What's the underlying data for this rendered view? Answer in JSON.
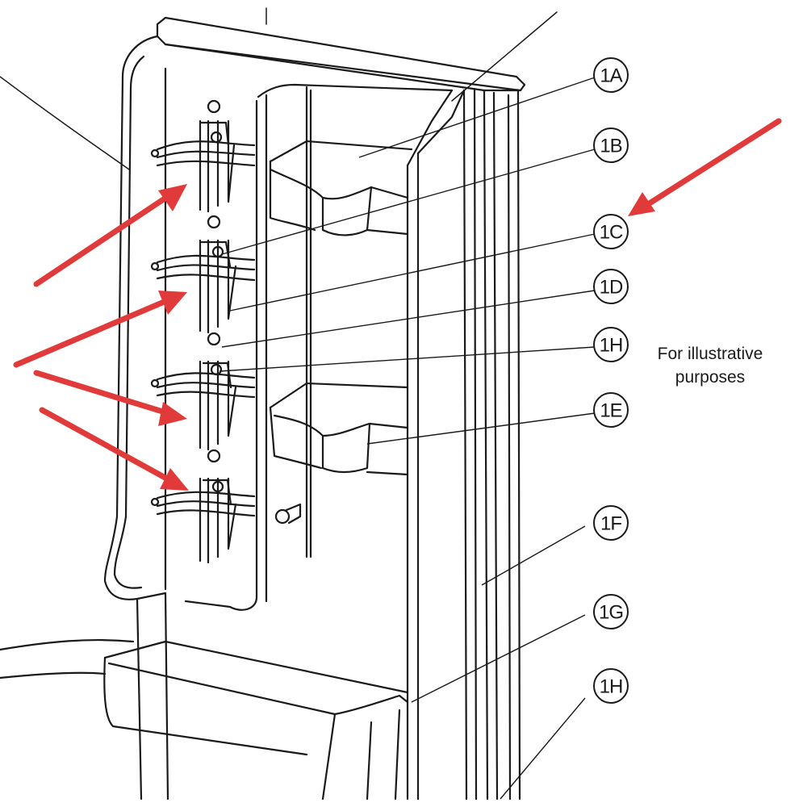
{
  "callouts": [
    {
      "id": "1A",
      "label": "1A"
    },
    {
      "id": "1B",
      "label": "1B"
    },
    {
      "id": "1C",
      "label": "1C"
    },
    {
      "id": "1D",
      "label": "1D"
    },
    {
      "id": "1H-upper",
      "label": "1H"
    },
    {
      "id": "1E",
      "label": "1E"
    },
    {
      "id": "1F",
      "label": "1F"
    },
    {
      "id": "1G",
      "label": "1G"
    },
    {
      "id": "1H-lower",
      "label": "1H"
    }
  ],
  "note": {
    "line1": "For illustrative",
    "line2": "purposes"
  },
  "colors": {
    "arrow": "#e03a3a",
    "line": "#1a1a1a",
    "background": "#ffffff"
  }
}
